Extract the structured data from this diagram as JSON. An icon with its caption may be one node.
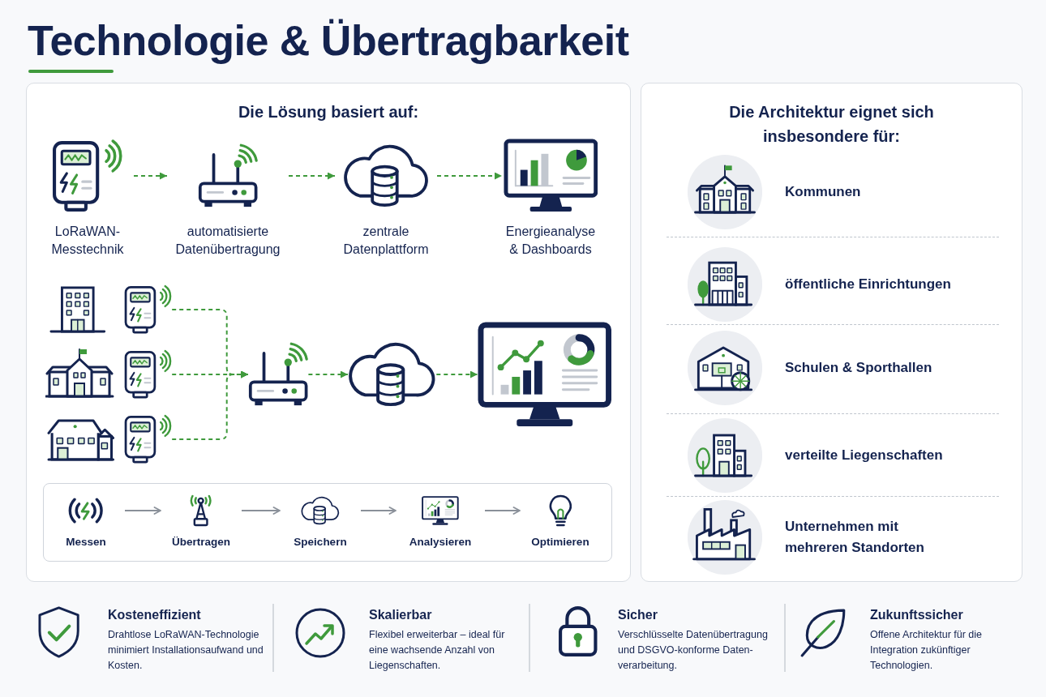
{
  "diagram": {
    "title": "Technologie & Übertragbarkeit",
    "nodes": [
      {
        "text": [
          "Die Lösung basiert auf:"
        ]
      },
      {
        "text": [
          "LoRaWAN- Messtechnik"
        ],
        "in": 0
      },
      {
        "text": [
          "automatisierte Datenübertragung"
        ],
        "in": 0
      },
      {
        "text": [
          "zentrale Datenplattform"
        ],
        "in": 0
      },
      {
        "text": [
          "Energieanalyse & Dashboards"
        ],
        "in": 0
      },
      {
        "text": [],
        "shape": "picture",
        "in": 0
      },
      {
        "text": [],
        "shape": "picture",
        "in": 0
      },
      {
        "text": [],
        "shape": "picture",
        "in": 0
      },
      {
        "text": [],
        "shape": "picture",
        "in": 0
      },
      {
        "text": [],
        "shape": "picture",
        "in": 0
      },
      {
        "text": [],
        "shape": "picture",
        "in": 0
      },
      {
        "text": [],
        "shape": "picture",
        "in": 0
      },
      {
        "text": [],
        "shape": "cloud",
        "in": 0
      },
      {
        "text": [],
        "shape": "picture",
        "in": 0
      },
      {
        "text": [],
        "shape": "box",
        "in": 0
      },
      {
        "text": [
          "Messen"
        ],
        "in": 14
      },
      {
        "text": [
          "Übertragen"
        ],
        "in": 14
      },
      {
        "text": [
          "Speichern"
        ],
        "in": 14
      },
      {
        "text": [
          "Analysieren"
        ],
        "in": 14
      },
      {
        "text": [
          "Optimieren"
        ],
        "in": 14
      },
      {
        "text": [
          "Die Architektur eignet sich insbesondere für:"
        ]
      },
      {
        "text": [
          "Kommunen"
        ],
        "in": 20
      },
      {
        "text": [
          "öffentliche Einrichtungen"
        ],
        "in": 20
      },
      {
        "text": [
          "Schulen & Sporthallen"
        ],
        "in": 20
      },
      {
        "text": [
          "verteilte Liegenschaften"
        ],
        "in": 20
      },
      {
        "text": [
          "Unternehmen mit mehreren Standorten"
        ],
        "in": 20
      }
    ],
    "edges": [
      {
        "from": 1,
        "to": 2,
        "arrow": "to",
        "style": "dashed"
      },
      {
        "from": 2,
        "to": 3,
        "arrow": "to",
        "style": "dashed"
      },
      {
        "from": 3,
        "to": 4,
        "arrow": "to",
        "style": "dashed"
      },
      {
        "from": 6,
        "to": 11,
        "arrow": "to",
        "style": "dashed"
      },
      {
        "from": 8,
        "to": 11,
        "arrow": "to",
        "style": "dashed"
      },
      {
        "from": 10,
        "to": 11,
        "arrow": "to",
        "style": "dashed"
      },
      {
        "from": 11,
        "to": 12,
        "arrow": "to",
        "style": "dashed"
      },
      {
        "from": 12,
        "to": 13,
        "arrow": "to",
        "style": "dashed"
      },
      {
        "from": 15,
        "to": 16,
        "arrow": "to",
        "color": "#8a9099"
      },
      {
        "from": 16,
        "to": 17,
        "arrow": "to",
        "color": "#8a9099"
      },
      {
        "from": 17,
        "to": 18,
        "arrow": "to",
        "color": "#8a9099"
      },
      {
        "from": 18,
        "to": 19,
        "arrow": "to",
        "color": "#8a9099"
      }
    ],
    "labels": [
      "Kosteneffizient",
      "Drahtlose LoRaWAN-Technologie minimiert Installationsaufwand und Kosten.",
      "Skalierbar",
      "Flexibel erweiterbar – ideal für eine wachsende Anzahl von Liegenschaften.",
      "Sicher",
      "Verschlüsselte Datenübertragung und DSGVO-konforme Daten- verarbeitung.",
      "Zukunftssicher",
      "Offene Architektur für die Integration zukünftiger Technologien."
    ]
  }
}
